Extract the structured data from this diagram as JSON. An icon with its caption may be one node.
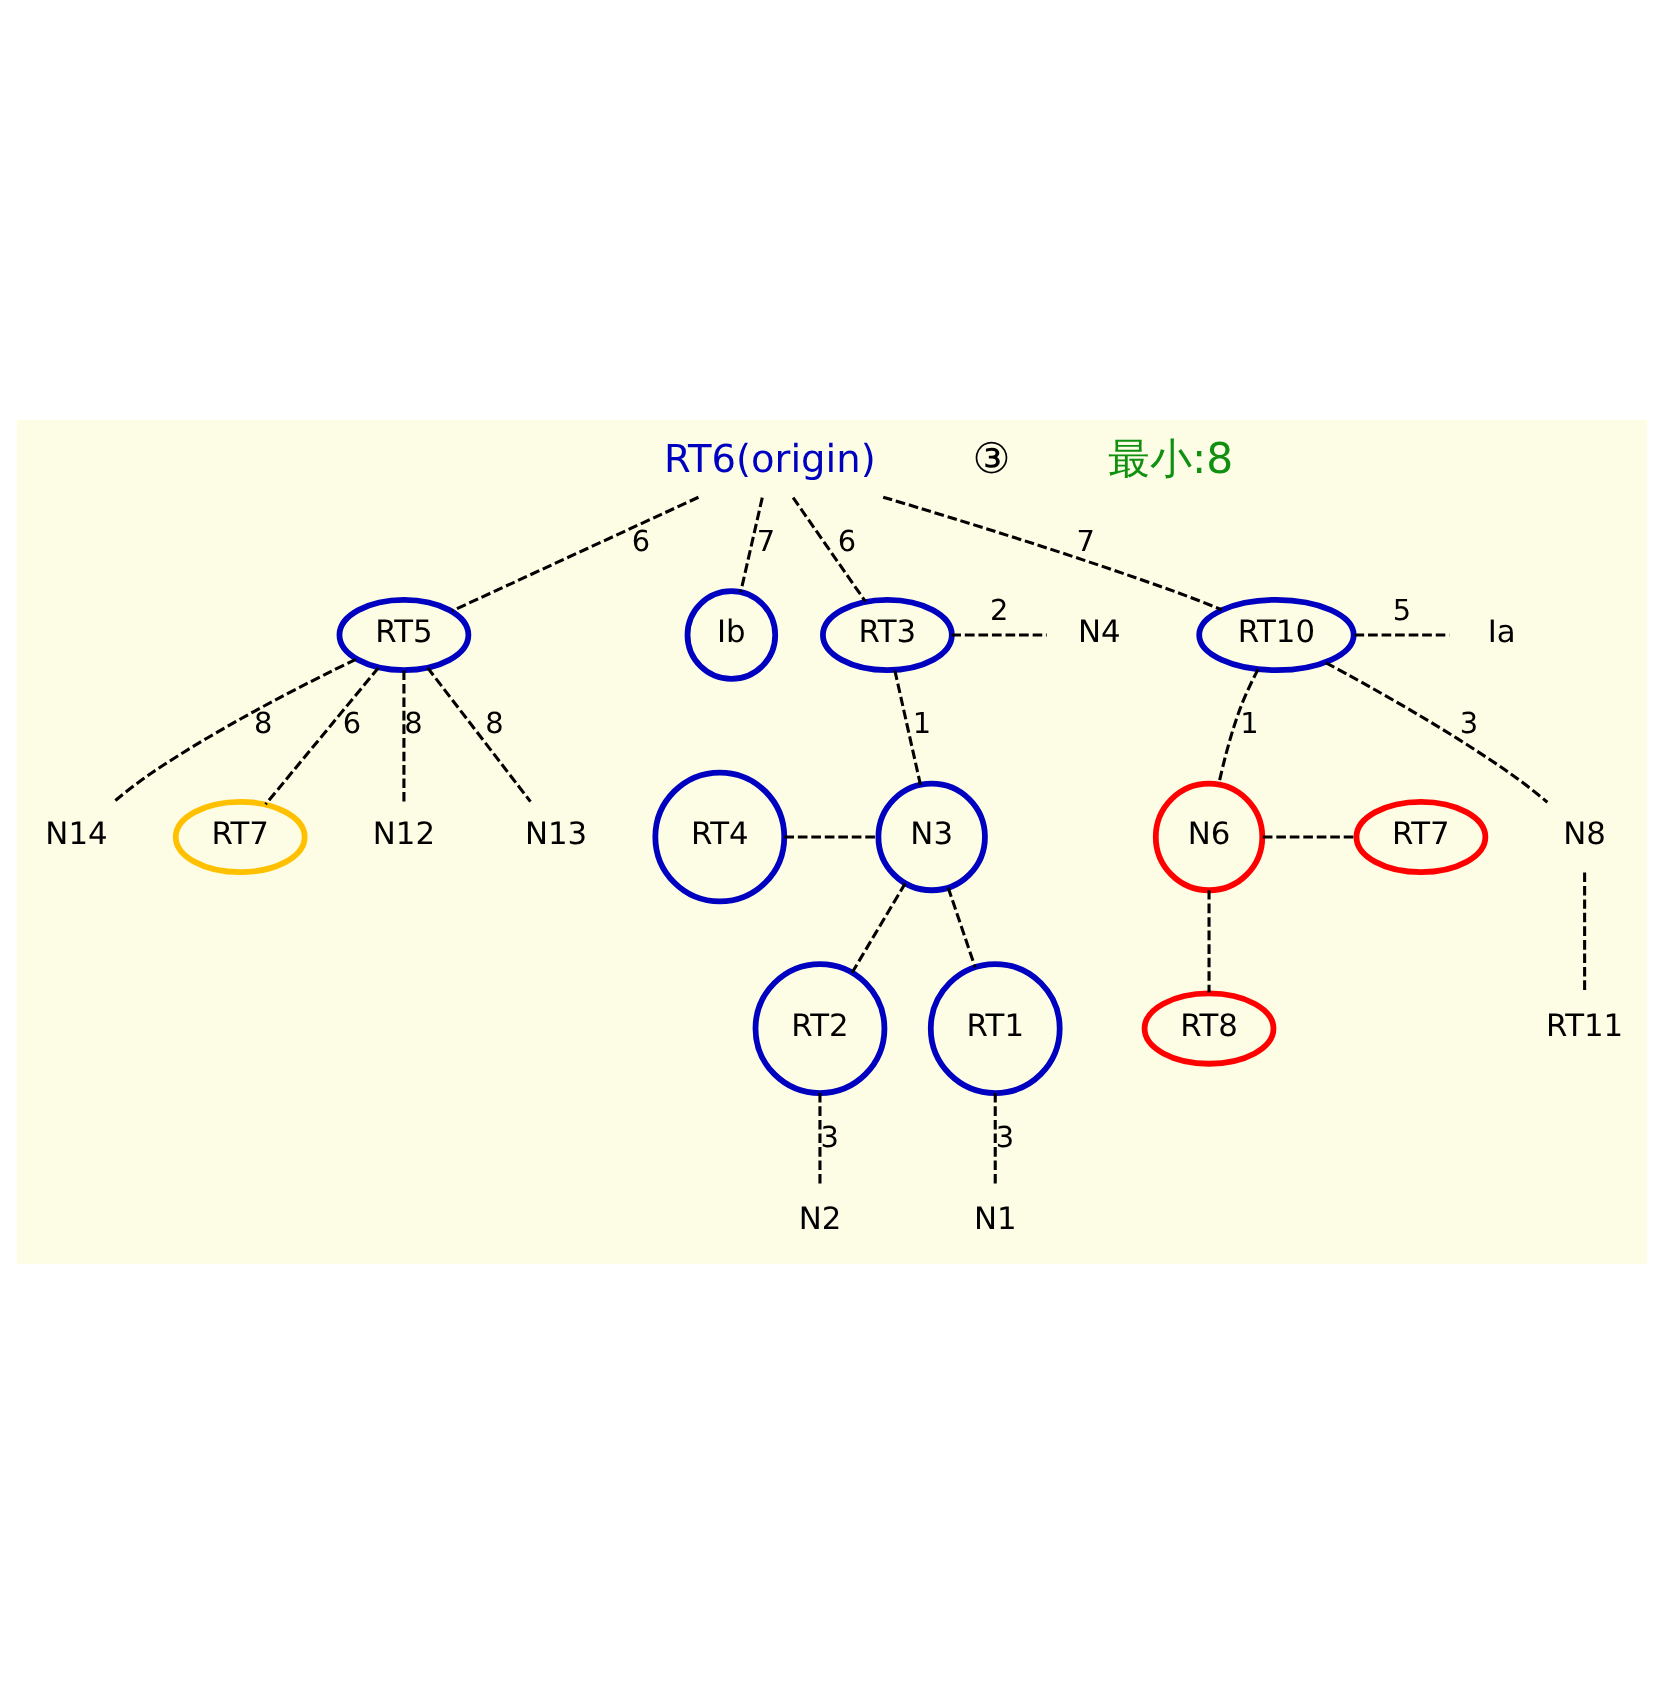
{
  "diagram": {
    "nodes": [
      {
        "text": [
          "RT6(origin)"
        ]
      },
      {
        "text": [
          "RT5"
        ]
      },
      {
        "text": [
          "Ib"
        ]
      },
      {
        "text": [
          "RT7"
        ]
      },
      {
        "text": [
          "N12"
        ]
      },
      {
        "text": [
          "N13"
        ]
      },
      {
        "text": [
          "N14"
        ]
      },
      {
        "text": [
          "RT3"
        ]
      },
      {
        "text": [
          "N4"
        ]
      },
      {
        "text": [
          "RT10"
        ]
      },
      {
        "text": [
          "Ia"
        ]
      },
      {
        "text": [
          "RT4"
        ]
      },
      {
        "text": [
          "N3"
        ]
      },
      {
        "text": [
          "RT2"
        ]
      },
      {
        "text": [
          "RT1"
        ]
      },
      {
        "text": [
          "N8"
        ]
      },
      {
        "text": [
          "N6"
        ]
      },
      {
        "text": [
          "RT7"
        ]
      },
      {
        "text": [
          "RT11"
        ]
      },
      {
        "text": [
          "RT8"
        ]
      },
      {
        "text": [
          "N2"
        ]
      },
      {
        "text": [
          "N1"
        ]
      }
    ],
    "edges": [
      {
        "from": 0,
        "to": 1,
        "arrow": "none",
        "style": "dashed",
        "label": "6"
      },
      {
        "from": 0,
        "to": 2,
        "arrow": "none",
        "style": "dashed",
        "label": "7"
      },
      {
        "from": 0,
        "to": 7,
        "arrow": "none",
        "style": "dashed",
        "label": "6"
      },
      {
        "from": 0,
        "to": 9,
        "arrow": "none",
        "style": "dashed",
        "label": "7"
      },
      {
        "from": 1,
        "to": 3,
        "arrow": "none",
        "style": "dashed",
        "label": "6"
      },
      {
        "from": 1,
        "to": 4,
        "arrow": "none",
        "style": "dashed",
        "label": "8"
      },
      {
        "from": 1,
        "to": 5,
        "arrow": "none",
        "style": "dashed",
        "label": "8"
      },
      {
        "from": 1,
        "to": 6,
        "arrow": "none",
        "style": "dashed",
        "label": "8"
      },
      {
        "from": 7,
        "to": 8,
        "arrow": "none",
        "style": "dashed",
        "label": "2"
      },
      {
        "from": 7,
        "to": 12,
        "arrow": "none",
        "style": "dashed",
        "label": "1"
      },
      {
        "from": 9,
        "to": 10,
        "arrow": "none",
        "style": "dashed",
        "label": "5"
      },
      {
        "from": 11,
        "to": 12,
        "arrow": "none",
        "style": "dashed"
      },
      {
        "from": 12,
        "to": 13,
        "arrow": "none",
        "style": "dashed"
      },
      {
        "from": 12,
        "to": 14,
        "arrow": "none",
        "style": "dashed"
      },
      {
        "from": 13,
        "to": 20,
        "arrow": "none",
        "style": "dashed",
        "label": "3"
      },
      {
        "from": 14,
        "to": 21,
        "arrow": "none",
        "style": "dashed",
        "label": "3"
      },
      {
        "from": 9,
        "to": 15,
        "arrow": "none",
        "style": "dashed",
        "label": "3"
      },
      {
        "from": 9,
        "to": 16,
        "arrow": "none",
        "style": "dashed",
        "label": "1"
      },
      {
        "from": 15,
        "to": 18,
        "arrow": "none",
        "style": "dashed"
      },
      {
        "from": 16,
        "to": 17,
        "arrow": "none",
        "style": "dashed"
      },
      {
        "from": 16,
        "to": 19,
        "arrow": "none",
        "style": "dashed"
      }
    ],
    "labels": [
      "③",
      "最小:8"
    ]
  }
}
